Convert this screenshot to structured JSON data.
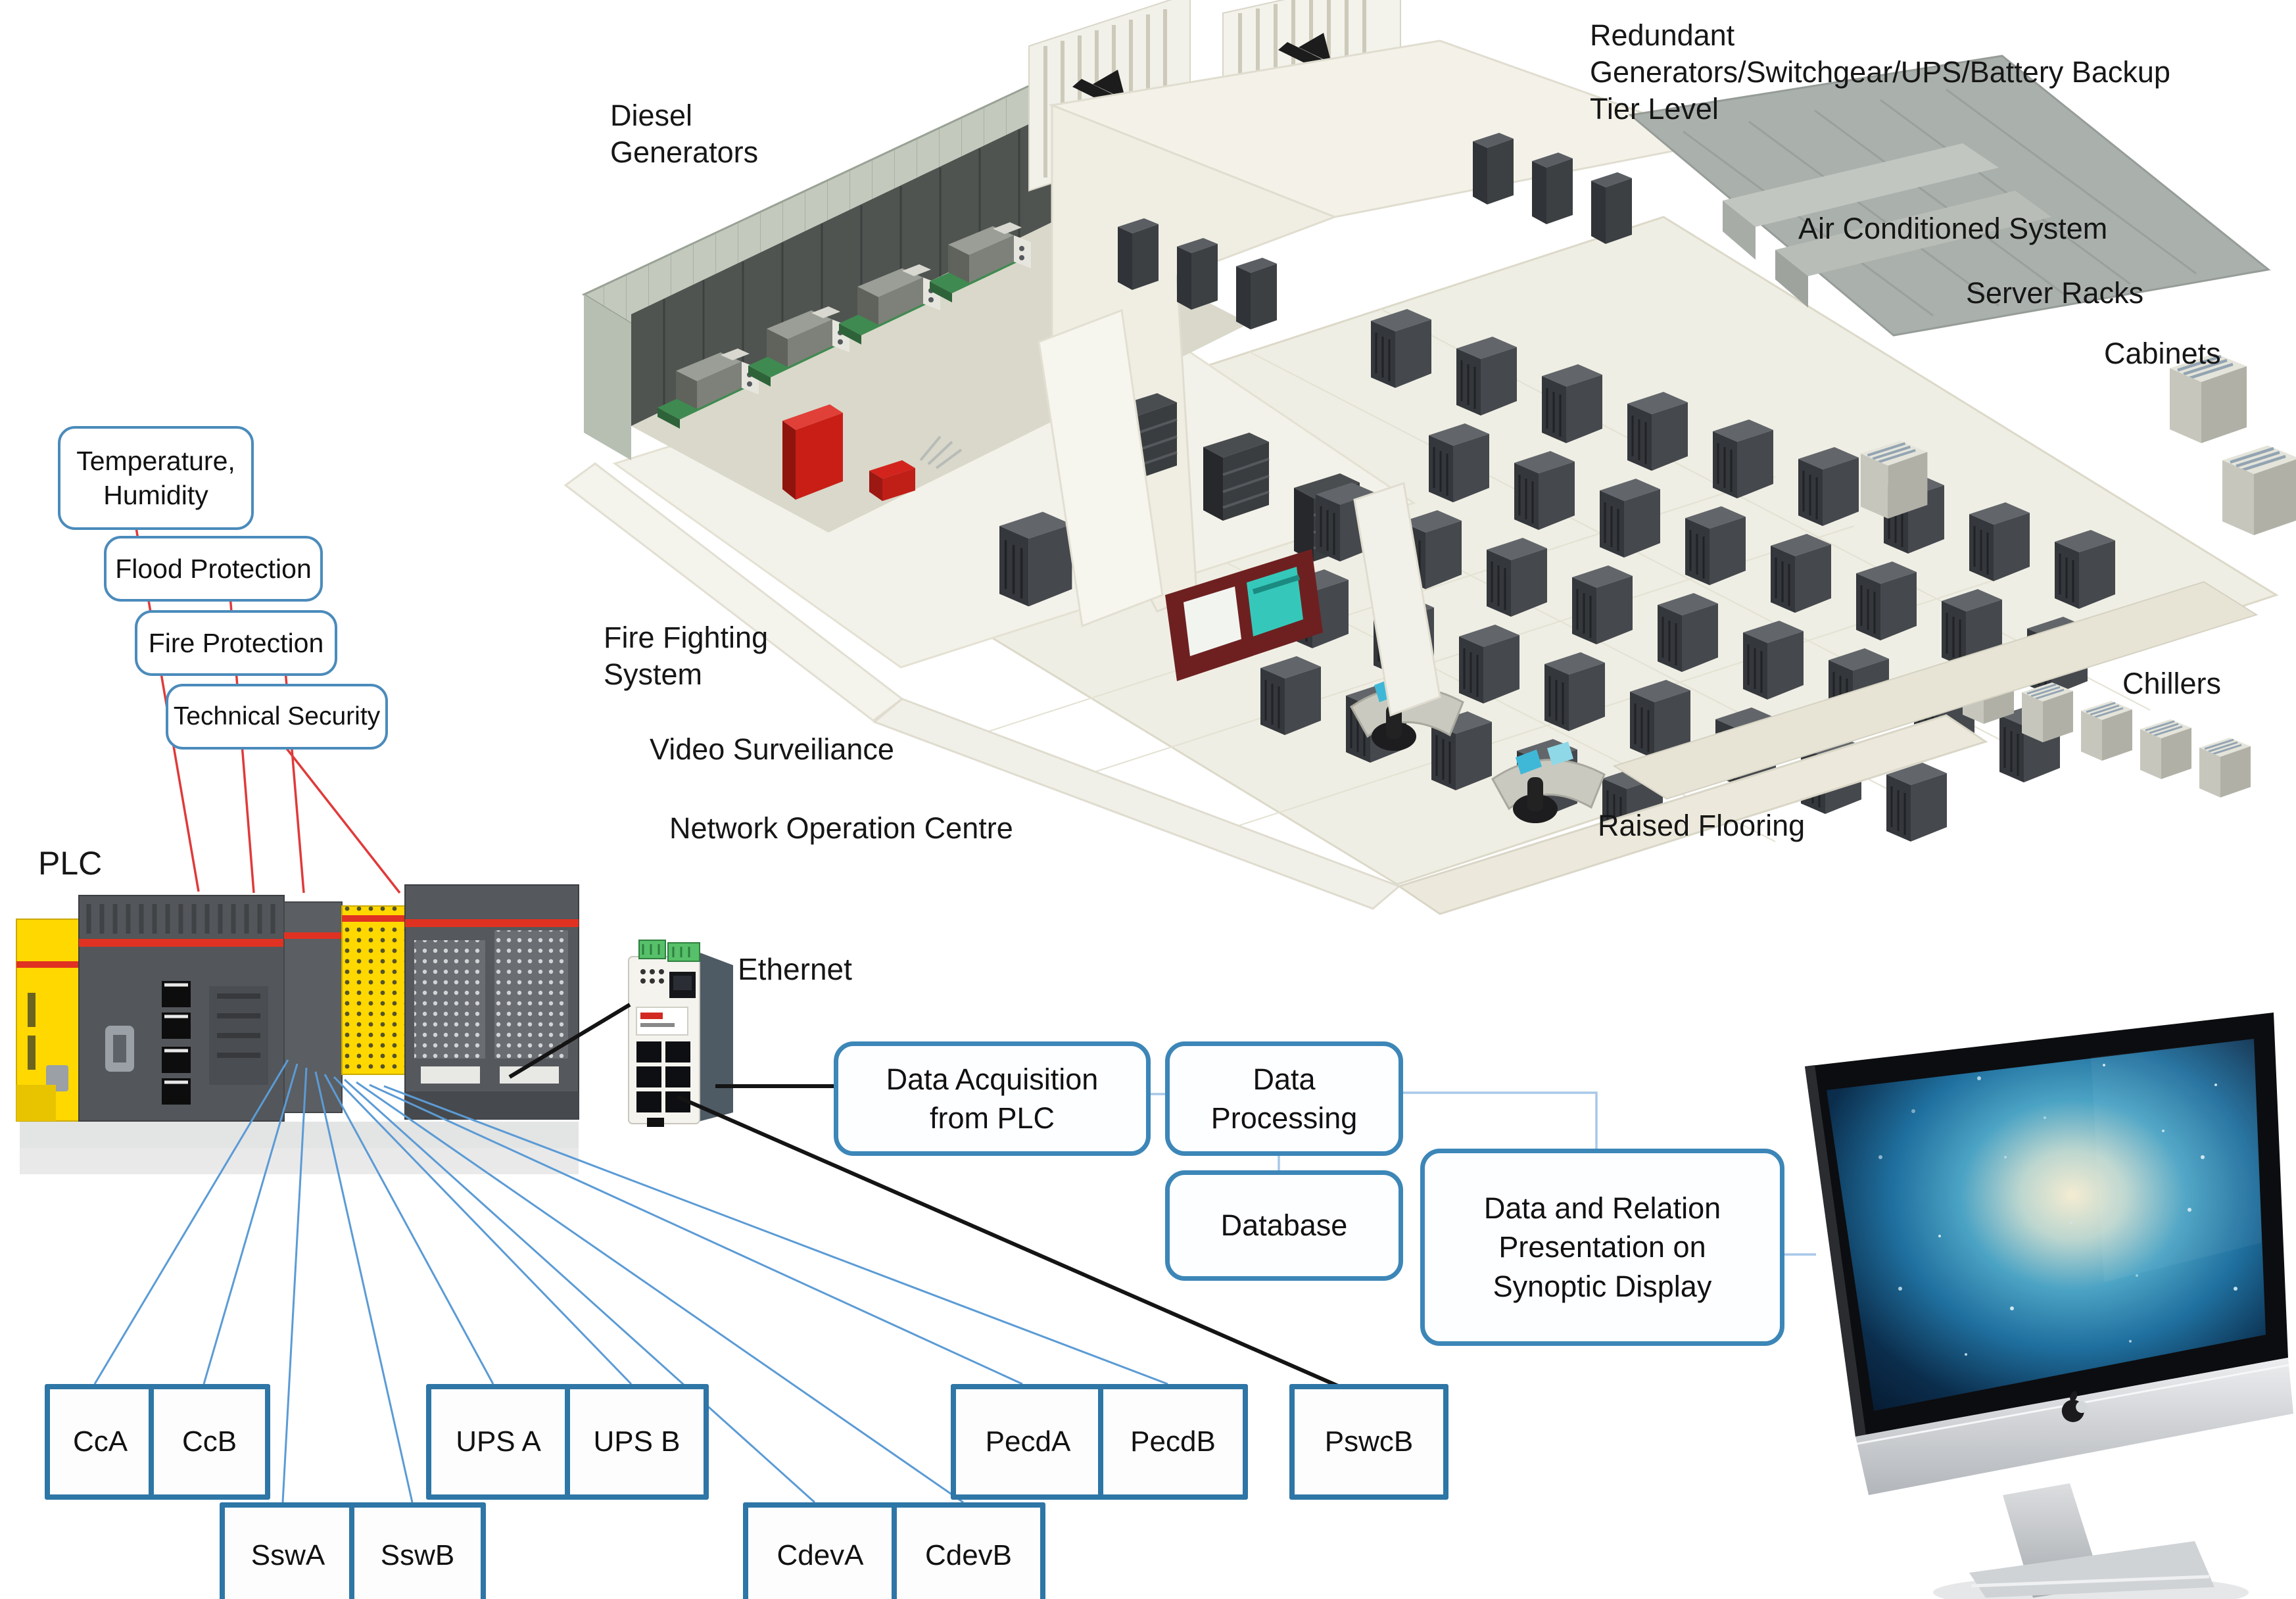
{
  "colors": {
    "callout_border": "#4b8bbb",
    "flow_border": "#3c86b8",
    "device_border": "#2e76a6",
    "red_line": "#e03a3a",
    "blue_fan_line": "#5b9bd5",
    "light_blue_line": "#a8c8e8",
    "black_line": "#141414",
    "plc_yellow": "#ffd800",
    "plc_gray": "#53565a",
    "plc_red_stripe": "#e03222",
    "switch_green": "#57c06a",
    "screen_blue": "#1f6f9e"
  },
  "facility_labels": {
    "diesel_generators": "Diesel\nGenerators",
    "redundant": "Redundant\nGenerators/Switchgear/UPS/Battery Backup\nTier Level",
    "air_conditioned": "Air Conditioned System",
    "server_racks": "Server Racks",
    "cabinets": "Cabinets",
    "chillers": "Chillers",
    "fire_fighting": "Fire Fighting\nSystem",
    "video_surveillance": "Video Surveiliance",
    "network_operation_centre": "Network Operation Centre",
    "raised_flooring": "Raised Flooring"
  },
  "plc": {
    "label": "PLC"
  },
  "sensors": {
    "temperature_humidity": "Temperature,\nHumidity",
    "flood_protection": "Flood Protection",
    "fire_protection": "Fire Protection",
    "technical_security": "Technical Security"
  },
  "network": {
    "ethernet_label": "Ethernet"
  },
  "flow": {
    "data_acquisition": "Data Acquisition\nfrom PLC",
    "data_processing": "Data\nProcessing",
    "database": "Database",
    "presentation": "Data and Relation\nPresentation on\nSynoptic Display"
  },
  "devices": {
    "cca": "CcA",
    "ccb": "CcB",
    "sswa": "SswA",
    "sswb": "SswB",
    "upsa": "UPS A",
    "upsb": "UPS B",
    "cdeva": "CdevA",
    "cdevb": "CdevB",
    "pecda": "PecdA",
    "pecdb": "PecdB",
    "pswcb": "PswcB"
  }
}
